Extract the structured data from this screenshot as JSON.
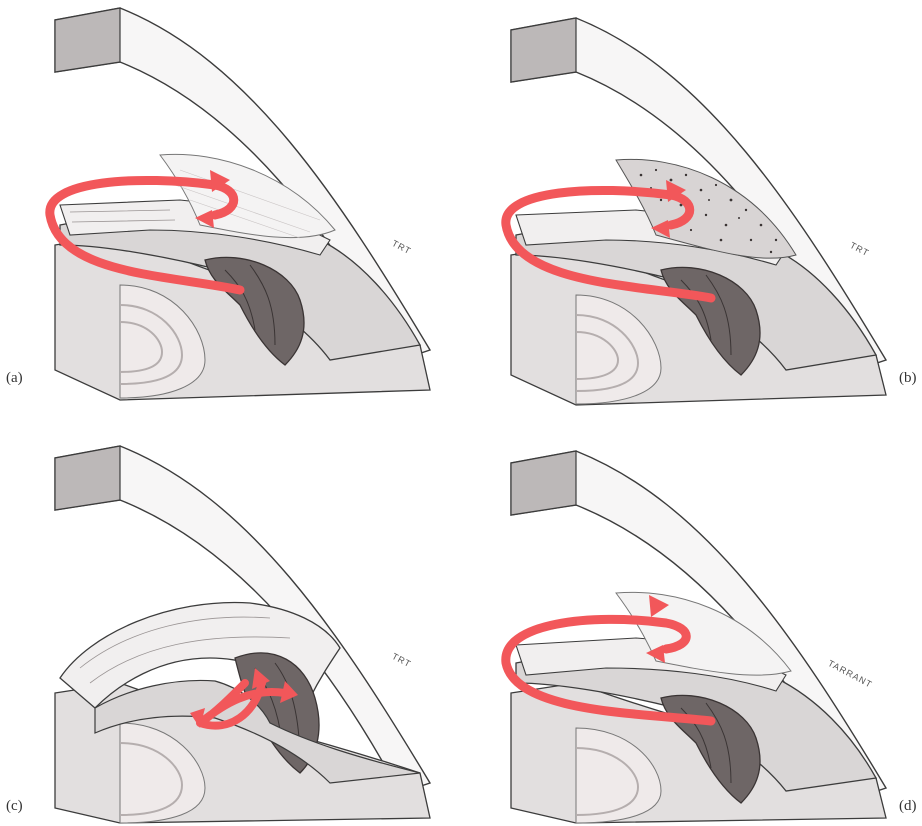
{
  "colors": {
    "arrow": "#f2575a",
    "tissue": "#d9d6d6",
    "iris": "#6e6666",
    "iris_dark": "#3a3434",
    "outline": "#3c3c3c",
    "block_face": "#bcb8b8"
  },
  "panels": [
    {
      "label": "(a)",
      "signature": "TRT",
      "variant": "a"
    },
    {
      "label": "(b)",
      "signature": "TRT",
      "variant": "b"
    },
    {
      "label": "(c)",
      "signature": "TRT",
      "variant": "c"
    },
    {
      "label": "(d)",
      "signature": "TARRANT",
      "variant": "d"
    }
  ]
}
